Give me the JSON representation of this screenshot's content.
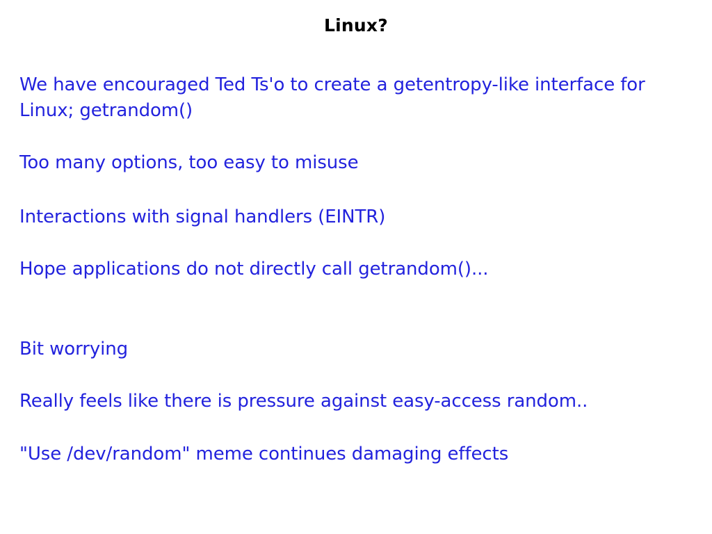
{
  "slide": {
    "title": "Linux?",
    "title_color": "#000000",
    "body_color": "#2222dd",
    "background_color": "#ffffff",
    "bullets": [
      {
        "id": "getentropy-like-interface",
        "text": "We have encouraged Ted Ts'o to create a getentropy-like interface for Linux; getrandom()"
      },
      {
        "id": "too-many-options",
        "text": "Too many options, too easy to misuse"
      },
      {
        "id": "signal-handler-eintr",
        "text": "Interactions with signal handlers (EINTR)"
      },
      {
        "id": "hope-no-direct-call",
        "text": "Hope applications do not directly call getrandom()..."
      },
      {
        "id": "bit-worrying",
        "text": "Bit worrying"
      },
      {
        "id": "pressure-against-random",
        "text": "Really feels like there is pressure against easy-access random.."
      },
      {
        "id": "dev-random-meme",
        "text": "\"Use /dev/random\" meme continues damaging effects"
      }
    ]
  }
}
